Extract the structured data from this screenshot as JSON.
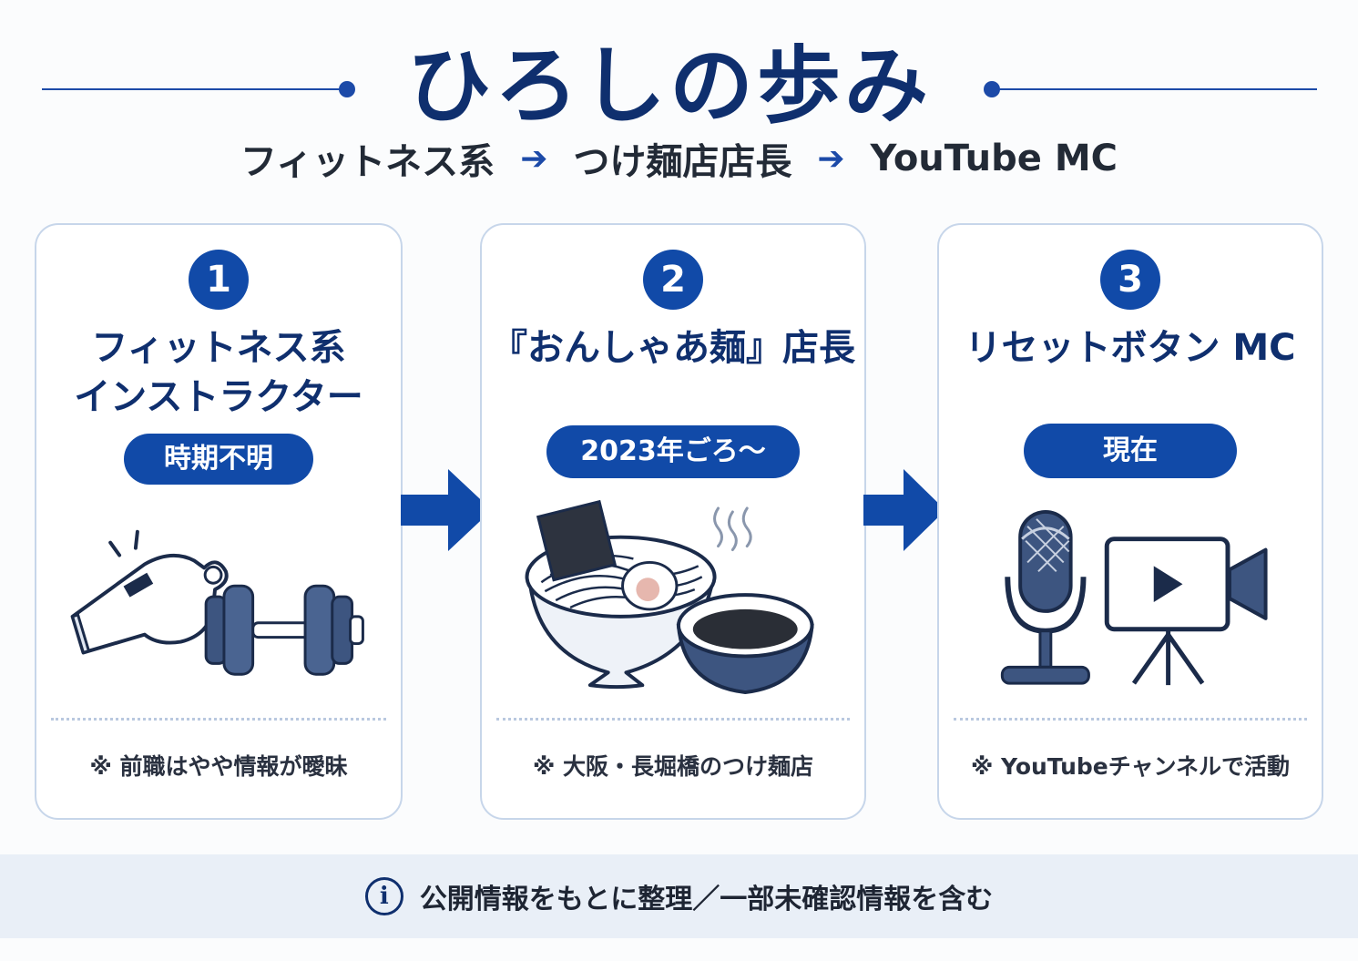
{
  "header": {
    "title": "ひろしの歩み",
    "path": [
      "フィットネス系",
      "つけ麺店店長",
      "YouTube MC"
    ],
    "arrow_glyph": "➔"
  },
  "cards": [
    {
      "number": "1",
      "title_lines": [
        "フィットネス系",
        "インストラクター"
      ],
      "period": "時期不明",
      "illustration": [
        "whistle-icon",
        "dumbbell-icon"
      ],
      "note": "※ 前職はやや情報が曖昧"
    },
    {
      "number": "2",
      "title_lines": [
        "『おんしゃあ麺』店長"
      ],
      "period": "2023年ごろ～",
      "illustration": [
        "tsukemen-bowl-icon",
        "dipping-soup-icon"
      ],
      "note": "※ 大阪・長堀橋のつけ麺店"
    },
    {
      "number": "3",
      "title_lines": [
        "リセットボタン MC"
      ],
      "period": "現在",
      "illustration": [
        "microphone-icon",
        "video-camera-icon"
      ],
      "note": "※ YouTubeチャンネルで活動"
    }
  ],
  "footer": {
    "icon": "info-icon",
    "icon_glyph": "i",
    "text": "公開情報をもとに整理／一部未確認情報を含む"
  },
  "colors": {
    "primary": "#114aa8",
    "title": "#0f2f6e",
    "card_border": "#c7d6ea",
    "footer_bg": "#e9eff7"
  }
}
